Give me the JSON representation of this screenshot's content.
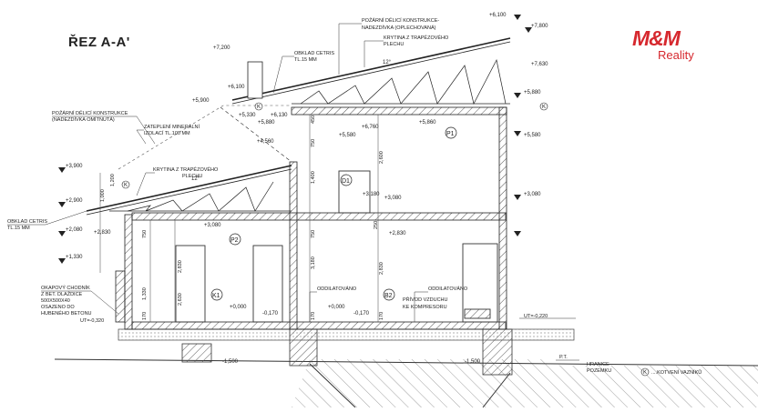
{
  "title": "ŘEZ A-A'",
  "logo": {
    "main": "M&M",
    "sub": "Reality"
  },
  "notes": {
    "fire_top_1": "POŽÁRNÍ DĚLICÍ KONSTRUKCE-",
    "fire_top_2": "NADEZDÍVKA (OPLECHOVANÁ)",
    "krytina_top_1": "KRYTINA Z TRAPÉZOVÉHO",
    "krytina_top_2": "PLECHU",
    "obklad_top_1": "OBKLAD CETRIS",
    "obklad_top_2": "TL.15 MM",
    "fire_left_1": "POŽÁRNÍ DĚLICÍ KONSTRUKCE",
    "fire_left_2": "(NADEZDÍVKA OMÍTNUTÁ)",
    "zatep_1": "ZATEPLENÍ MINERÁLNÍ",
    "zatep_2": "IZOLACÍ TL.100 MM",
    "krytina_mid_1": "KRYTINA Z TRAPÉZOVÉHO",
    "krytina_mid_2": "PLECHU",
    "obklad_left_1": "OBKLAD CETRIS",
    "obklad_left_2": "TL.15 MM",
    "okap_1": "OKAPOVÝ CHODNÍK",
    "okap_2": "Z BET. DLAŽDICE",
    "okap_3": "500X500X40",
    "okap_4": "OSAZENO DO",
    "okap_5": "HUBENÉHO BETONU",
    "oddil_1": "ODDILATOVÁNO",
    "oddil_2": "ODDILATOVÁNO",
    "privod_1": "PŘÍVOD VZDUCHU",
    "privod_2": "KE KOMPRESORU",
    "hranice_1": "HRANICE",
    "hranice_2": "POZEMKU",
    "pt": "P.T.",
    "legend_k": "....KOTVENÍ VAZNÍKŮ",
    "ut_left": "UT=-0,320",
    "ut_right": "UT=-0,220"
  },
  "rooms": [
    "P1",
    "D1",
    "P2",
    "K1",
    "B2"
  ],
  "anchor_mark": "K",
  "roof_pitch": "12°",
  "roof_pitch_small": "12°",
  "levels_left": [
    "+3,900",
    "+2,900",
    "+2,080",
    "+1,330"
  ],
  "levels_right": [
    "+6,100",
    "+7,800",
    "+7,630",
    "+5,880",
    "+5,580",
    "+3,080"
  ],
  "levels_mid": [
    "+7,200",
    "+6,100",
    "+5,330",
    "+5,900",
    "+4,560",
    "+6,130",
    "+5,880",
    "+5,860",
    "+5,580",
    "+6,760",
    "+3,180",
    "+3,080",
    "+3,080",
    "+2,830",
    "+2,830",
    "+0,000",
    "-0,170",
    "+0,000",
    "-0,170",
    "-1,500",
    "-1,500"
  ],
  "dims": [
    "450",
    "750",
    "2,600",
    "1,400",
    "750",
    "2,830",
    "3,180",
    "2,830",
    "1,000",
    "750",
    "2,630",
    "1,330",
    "170",
    "250",
    "170",
    "170",
    "1,200"
  ]
}
